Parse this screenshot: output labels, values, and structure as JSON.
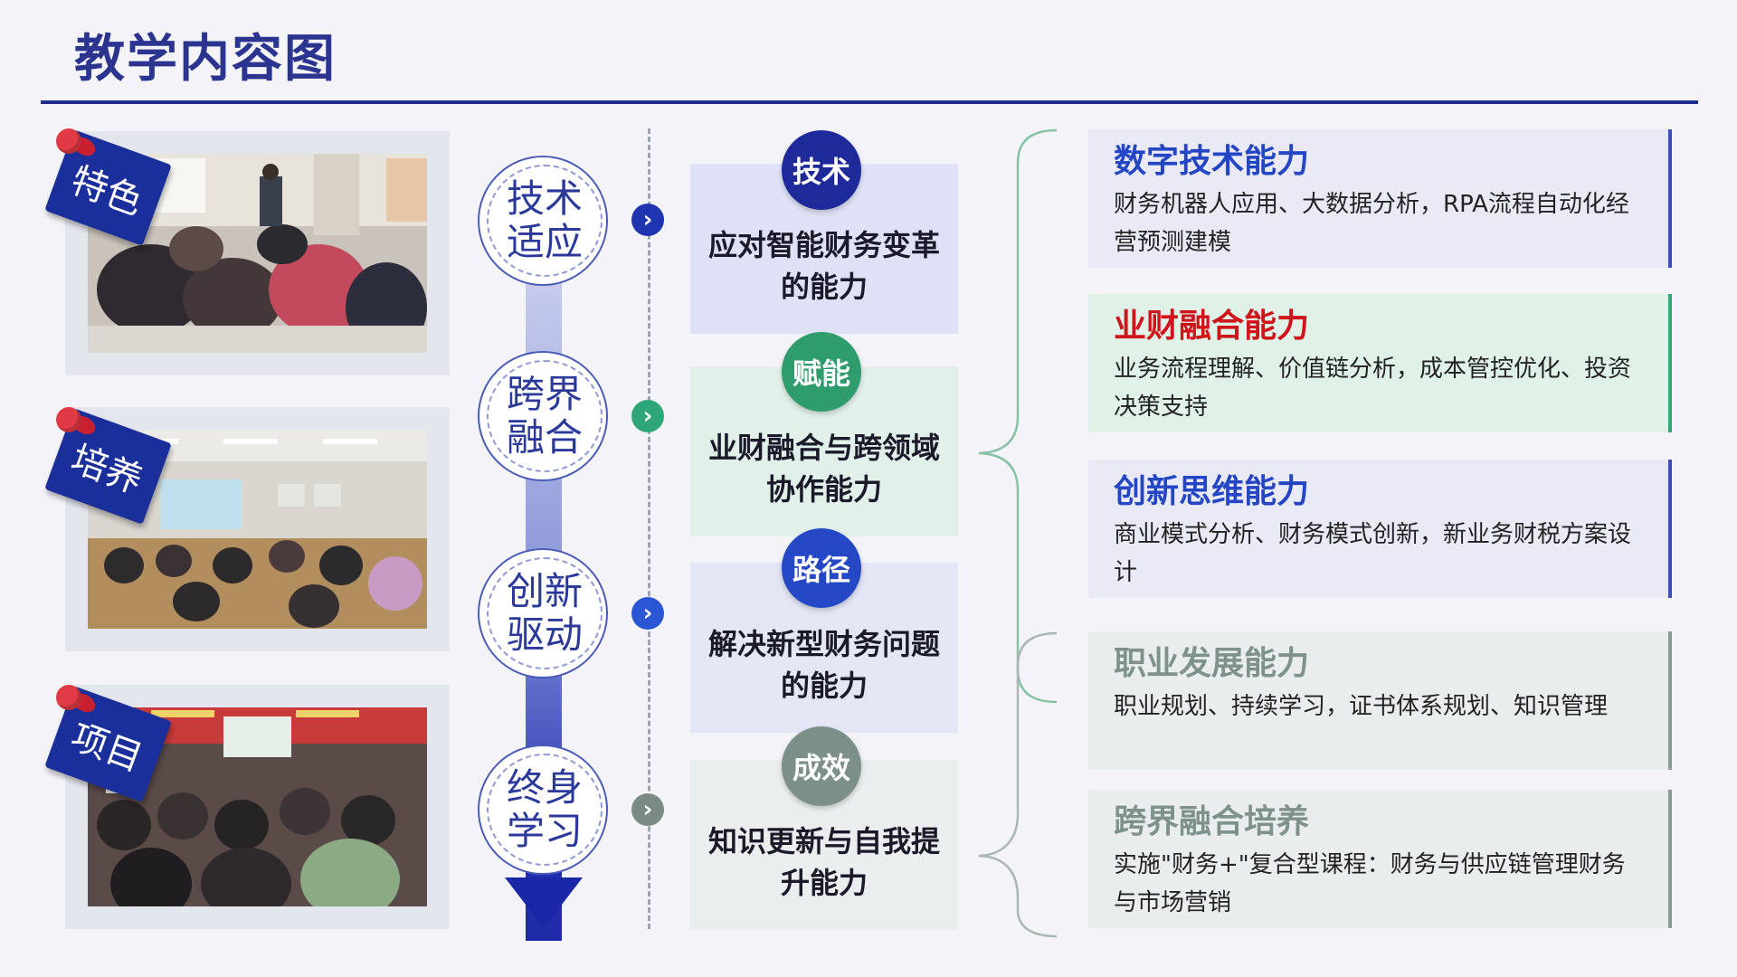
{
  "header": {
    "title": "教学内容图"
  },
  "tags": [
    "特色",
    "培养",
    "项目"
  ],
  "timeline": [
    {
      "label": "技术\n适应",
      "chev_color": "#1f35b0"
    },
    {
      "label": "跨界\n融合",
      "chev_color": "#2fa67a"
    },
    {
      "label": "创新\n驱动",
      "chev_color": "#2a56d6"
    },
    {
      "label": "终身\n学习",
      "chev_color": "#7a8b84"
    }
  ],
  "middle": [
    {
      "badge": "技术",
      "text": "应对智能财务变革的能力",
      "badge_color": "#1f2a9a",
      "bg": "#dfe1f6"
    },
    {
      "badge": "赋能",
      "text": "业财融合与跨领域协作能力",
      "badge_color": "#2e9c6c",
      "bg": "#e2f0ea"
    },
    {
      "badge": "路径",
      "text": "解决新型财务问题的能力",
      "badge_color": "#2448c6",
      "bg": "#e2e6f5"
    },
    {
      "badge": "成效",
      "text": "知识更新与自我提升能力",
      "badge_color": "#7c8f88",
      "bg": "#ebeeee"
    }
  ],
  "right": [
    {
      "title": "数字技术能力",
      "body": "财务机器人应用、大数据分析，RPA流程自动化经营预测建模",
      "title_color": "#2446c4",
      "bg": "#e9eaf6",
      "bar": "#3c4fb5"
    },
    {
      "title": "业财融合能力",
      "body": "业务流程理解、价值链分析，成本管控优化、投资决策支持",
      "title_color": "#d0141b",
      "bg": "#e0f1e8",
      "bar": "#34a676"
    },
    {
      "title": "创新思维能力",
      "body": "商业模式分析、财务模式创新，新业务财税方案设计",
      "title_color": "#2446c4",
      "bg": "#e9eaf6",
      "bar": "#3c4fb5"
    },
    {
      "title": "职业发展能力",
      "body": "职业规划、持续学习，证书体系规划、知识管理",
      "title_color": "#7e918a",
      "bg": "#eaedee",
      "bar": "#8a9a94"
    },
    {
      "title": "跨界融合培养",
      "body": "实施\"财务+\"复合型课程：财务与供应链管理财务与市场营销",
      "title_color": "#7e918a",
      "bg": "#eaedee",
      "bar": "#8a9a94"
    }
  ]
}
